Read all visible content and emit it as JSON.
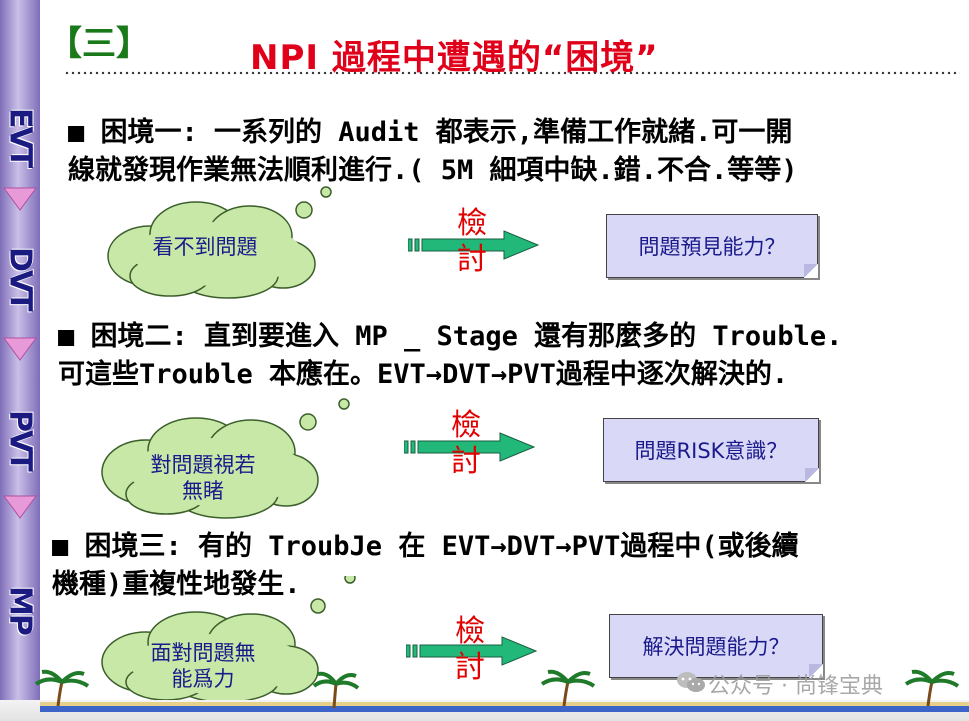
{
  "header": {
    "section_tag": "【三】",
    "title": "NPI 過程中遭遇的“困境”"
  },
  "sidebar": {
    "stages": [
      "EVT",
      "DVT",
      "PVT",
      "MP"
    ]
  },
  "dilemmas": [
    {
      "line1": "■ 困境一: 一系列的 Audit 都表示,準備工作就緒.可一開",
      "line2": "線就發現作業無法順利進行.( 5M 細項中缺.錯.不合.等等)",
      "cloud": [
        "看不到問題"
      ],
      "review": [
        "檢",
        "討"
      ],
      "answer": "問題預見能力？"
    },
    {
      "line1": "■ 困境二: 直到要進入 MP _ Stage 還有那麼多的 Trouble.",
      "line2": "可這些Trouble 本應在。EVT→DVT→PVT過程中逐次解決的.",
      "cloud": [
        "對問題視若",
        "無睹"
      ],
      "review": [
        "檢",
        "討"
      ],
      "answer": "問題RISK意識？"
    },
    {
      "line1": "■ 困境三: 有的 TroubJe 在 EVT→DVT→PVT過程中(或後續",
      "line2": "機種)重複性地發生.",
      "cloud": [
        "面對問題無",
        "能爲力"
      ],
      "review": [
        "檢",
        "討"
      ],
      "answer": "解決問題能力？"
    }
  ],
  "watermark": "公众号 · 尚锋宝典",
  "colors": {
    "title": "#e0001a",
    "section_tag": "#1a7a1a",
    "cloud_fill": "#c8e8a8",
    "arrow": "#22b879",
    "review_text": "#e00000",
    "answer_box": "#d9d9f7",
    "body_text": "#000000"
  }
}
